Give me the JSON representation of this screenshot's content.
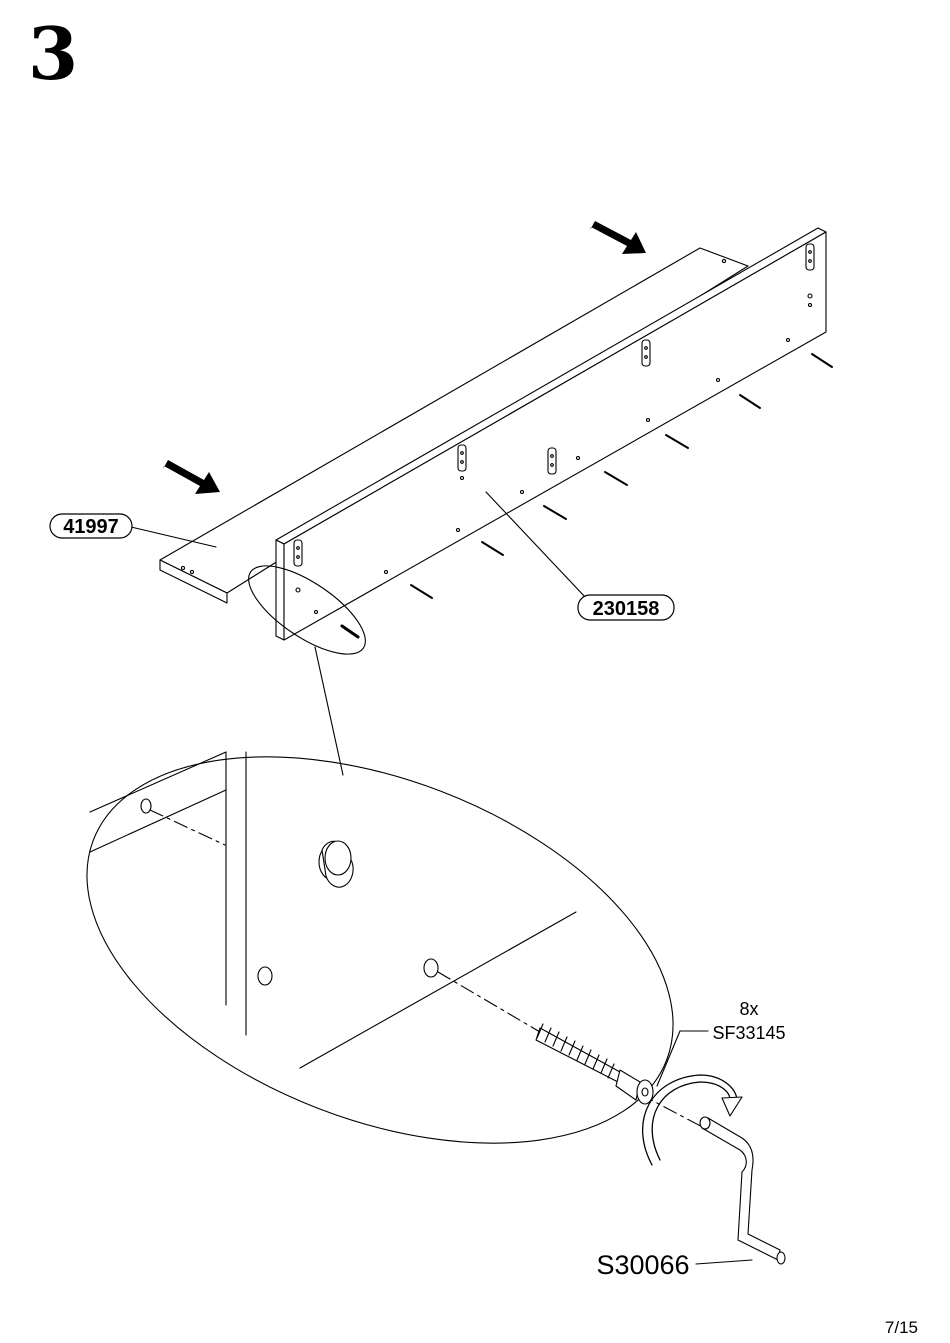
{
  "step": {
    "number": "3"
  },
  "parts": {
    "shelf_panel": "41997",
    "back_panel": "230158"
  },
  "hardware": {
    "quantity": "8x",
    "code": "SF33145"
  },
  "tool": {
    "code": "S30066"
  },
  "page": {
    "number": "7/15"
  },
  "icons": [
    "push-arrow-icon",
    "rotate-arrow-icon",
    "screw-icon",
    "allen-key-icon",
    "dowel-icon"
  ]
}
